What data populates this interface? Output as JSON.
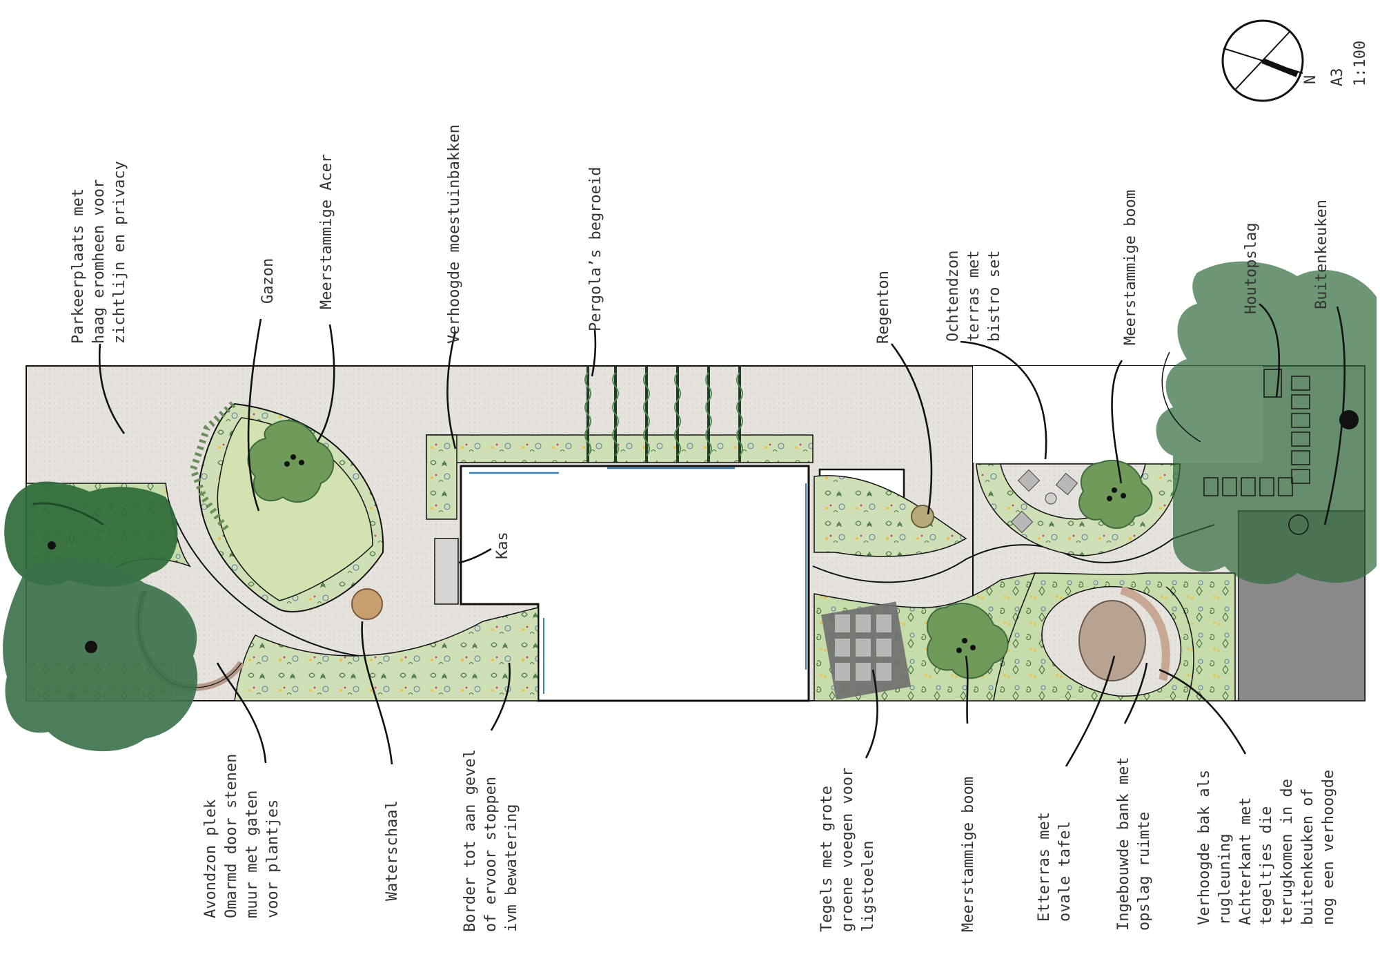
{
  "sheet": {
    "format": "A3",
    "scale": "1:100",
    "north_label": "N"
  },
  "labels": {
    "parkeerplaats": [
      "Parkeerplaats met",
      "haag eromheen voor",
      "zichtlijn en privacy"
    ],
    "gazon": [
      "Gazon"
    ],
    "acer": [
      "Meerstammige Acer"
    ],
    "moestuin": [
      "Verhoogde moestuinbakken"
    ],
    "pergola": [
      "Pergola’s begroeid"
    ],
    "kas": [
      "Kas"
    ],
    "regenton": [
      "Regenton"
    ],
    "ochtendzon": [
      "Ochtendzon",
      "terras met",
      "bistro set"
    ],
    "boom_top": [
      "Meerstammige boom"
    ],
    "houtopslag": [
      "Houtopslag"
    ],
    "buitenkeuken": [
      "Buitenkeuken"
    ],
    "avondzon": [
      "Avondzon plek",
      "Omarmd door stenen",
      "muur met gaten",
      "voor plantjes"
    ],
    "waterschaal": [
      "Waterschaal"
    ],
    "border": [
      "Border tot aan gevel",
      "of ervoor stoppen",
      "ivm bewatering"
    ],
    "tegels": [
      "Tegels met grote",
      "groene voegen voor",
      "ligstoelen"
    ],
    "boom_bottom": [
      "Meerstammige boom"
    ],
    "etterras": [
      "Etterras met",
      "ovale tafel"
    ],
    "bank": [
      "Ingebouwde bank met",
      "opslag ruimte"
    ],
    "verhoogde_bak": [
      "Verhoogde bak als",
      "rugleuning",
      "Achterkant met",
      "tegeltjes die",
      "terugkomen in de",
      "buitenkeuken of",
      "nog een verhoogde"
    ]
  },
  "colors": {
    "paving": "#e4e1dd",
    "lawn": "#d3e2b0",
    "planting": "#c9dcb0",
    "tree_dark": "#2f6a3a",
    "tree_mid": "#5f8f5f",
    "tree_grey": "#6f8a6f",
    "shrub": "#6f9a5a",
    "table": "#b8a292",
    "water": "#c8a070",
    "grey_block": "#8a8a8a"
  }
}
